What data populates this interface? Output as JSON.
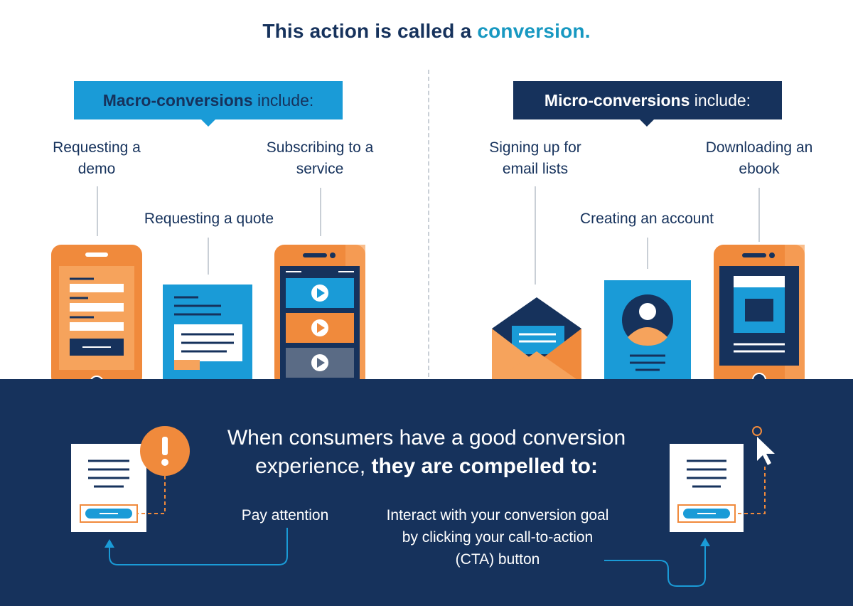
{
  "title": {
    "prefix": "This action is called a ",
    "accent": "conversion."
  },
  "macro": {
    "heading_bold": "Macro-conversions",
    "heading_rest": " include:",
    "items": [
      "Requesting a demo",
      "Requesting a quote",
      "Subscribing to a service"
    ]
  },
  "micro": {
    "heading_bold": "Micro-conversions",
    "heading_rest": " include:",
    "items": [
      "Signing up for email lists",
      "Creating an account",
      "Downloading an ebook"
    ]
  },
  "bottom": {
    "headline_plain": "When consumers have a good conversion experience,",
    "headline_bold": "they are compelled to:",
    "left_caption": "Pay attention",
    "right_caption": "Interact with your conversion goal by clicking your call-to-action (CTA) button"
  },
  "colors": {
    "navy": "#16325c",
    "blue": "#1a9bd7",
    "orange": "#f08a3c",
    "light_orange": "#f6a35c",
    "accent_blue": "#1798c1"
  }
}
